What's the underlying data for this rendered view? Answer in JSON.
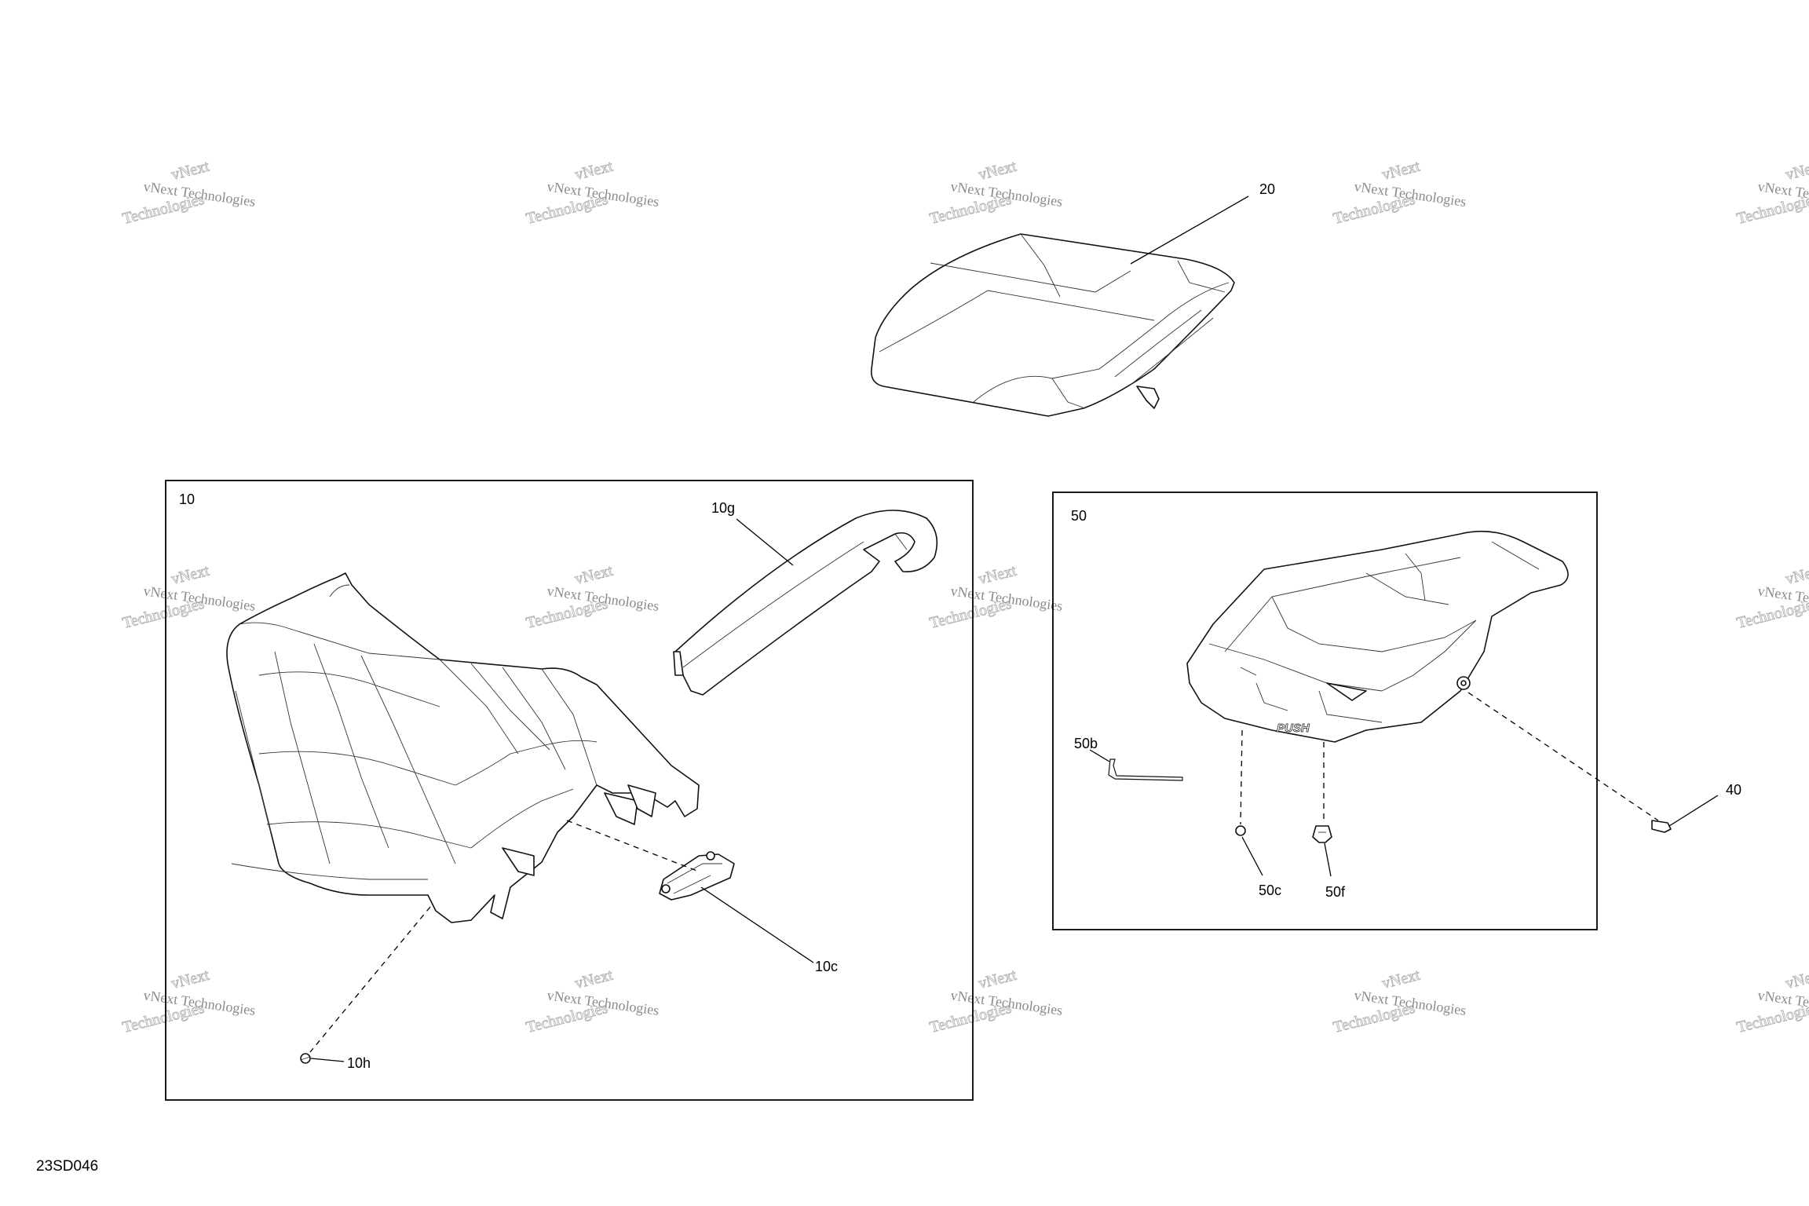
{
  "diagram": {
    "reference_code": "23SD046",
    "watermark": {
      "line1": "vNext Technologies",
      "line2": "Technologies",
      "top": "vNext"
    },
    "callouts": {
      "c20": "20",
      "c10": "10",
      "c10g": "10g",
      "c10c": "10c",
      "c10h": "10h",
      "c50": "50",
      "c50b": "50b",
      "c50c": "50c",
      "c50f": "50f",
      "c40": "40"
    },
    "parts": {
      "push_label": "PUSH"
    }
  }
}
